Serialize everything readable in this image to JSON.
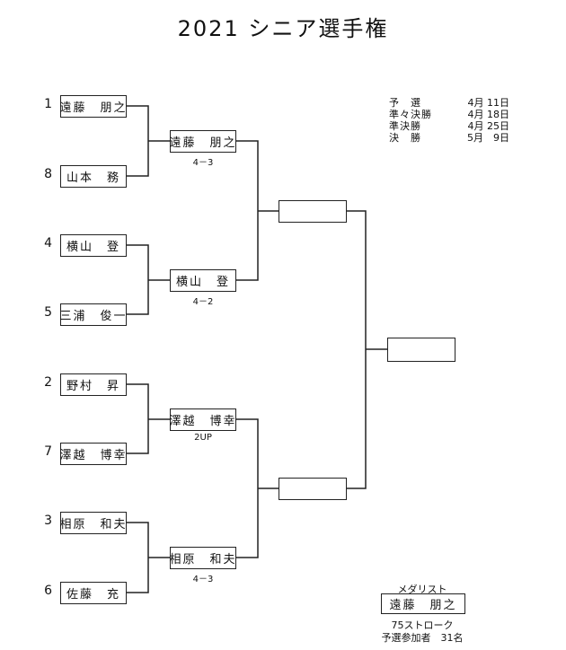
{
  "title": "2021 シニア選手権",
  "round1": [
    {
      "seed": "1",
      "name": "遠藤　朋之"
    },
    {
      "seed": "8",
      "name": "山本　務"
    },
    {
      "seed": "4",
      "name": "横山　登"
    },
    {
      "seed": "5",
      "name": "三浦　俊一"
    },
    {
      "seed": "2",
      "name": "野村　昇"
    },
    {
      "seed": "7",
      "name": "澤越　博幸"
    },
    {
      "seed": "3",
      "name": "相原　和夫"
    },
    {
      "seed": "6",
      "name": "佐藤　充"
    }
  ],
  "round2": [
    {
      "name": "遠藤　朋之",
      "score": "4－3"
    },
    {
      "name": "横山　登",
      "score": "4－2"
    },
    {
      "name": "澤越　博幸",
      "score": "2UP"
    },
    {
      "name": "相原　和夫",
      "score": "4－3"
    }
  ],
  "semifinal": [
    "",
    ""
  ],
  "final": "",
  "schedule": [
    {
      "label": "予　選",
      "date": "4月 11日"
    },
    {
      "label": "準々決勝",
      "date": "4月 18日"
    },
    {
      "label": "準決勝",
      "date": "4月 25日"
    },
    {
      "label": "決　勝",
      "date": "5月　9日"
    }
  ],
  "medalist": {
    "label": "メダリスト",
    "name": "遠藤　朋之",
    "strokes": "75ストローク",
    "participants": "予選参加者　31名"
  }
}
